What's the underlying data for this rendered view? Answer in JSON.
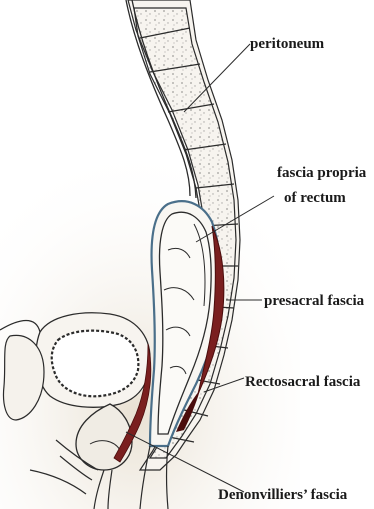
{
  "labels": {
    "peritoneum": "peritoneum",
    "fascia_propria_line1": "fascia propria",
    "fascia_propria_line2": "of rectum",
    "presacral_fascia": "presacral fascia",
    "rectosacral_fascia": "Rectosacral fascia",
    "denonvilliers_fascia": "Denonvilliers’ fascia"
  },
  "colors": {
    "ink": "#2b2b2b",
    "background": "#ffffff",
    "fascia_blue": "#4a6f8a",
    "fascia_red": "#7a1f1f",
    "fascia_dark_red": "#4a0c0c",
    "bone_fill": "#f3f0ea",
    "paper_shade": "#f2ede4"
  }
}
